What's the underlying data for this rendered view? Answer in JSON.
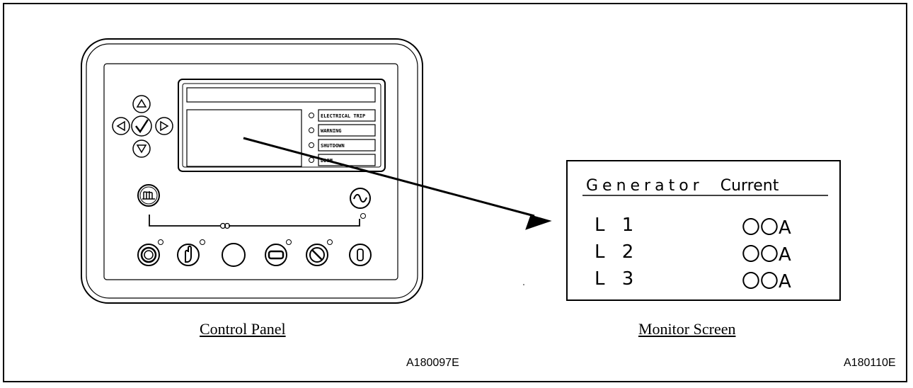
{
  "captions": {
    "control_panel": "Control Panel",
    "monitor_screen": "Monitor Screen"
  },
  "codes": {
    "left": "A180097E",
    "right": "A180110E"
  },
  "indicators": [
    {
      "label": "ELECTRICAL TRIP"
    },
    {
      "label": "WARNING"
    },
    {
      "label": "SHUTDOWN"
    },
    {
      "label": "DDOM"
    }
  ],
  "monitor": {
    "title_word1": "Generator",
    "title_word2": "Current",
    "rows": [
      {
        "phase": "L 1",
        "value": "〇〇",
        "unit": "A"
      },
      {
        "phase": "L 2",
        "value": "〇〇",
        "unit": "A"
      },
      {
        "phase": "L 3",
        "value": "〇〇",
        "unit": "A"
      }
    ]
  },
  "icons": {
    "nav": [
      "up-arrow-icon",
      "left-arrow-icon",
      "check-icon",
      "right-arrow-icon",
      "down-arrow-icon"
    ],
    "bottom": [
      "stop-icon",
      "manual-icon",
      "blank-icon",
      "auto-icon",
      "mute-icon",
      "start-icon"
    ],
    "mid": [
      "mains-icon",
      "generator-icon"
    ]
  }
}
